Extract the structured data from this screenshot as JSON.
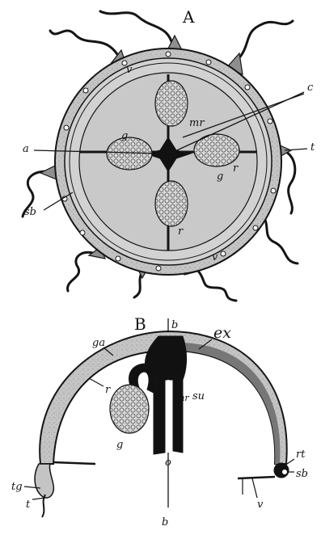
{
  "figure": {
    "panel_a": {
      "title": "A",
      "labels": {
        "a": "a",
        "c": "c",
        "t": "t",
        "v_top": "v",
        "v_bottom": "v",
        "mr": "mr",
        "g_left": "g",
        "g_right": "g",
        "r": "r",
        "r_bottom": "r",
        "sb": "sb"
      }
    },
    "panel_b": {
      "title": "B",
      "labels": {
        "b_top": "b",
        "b_bottom": "b",
        "ga": "ga",
        "ex": "ex",
        "r": "r",
        "mr": "mr",
        "su": "su",
        "g": "g",
        "o": "o",
        "rt": "rt",
        "sb": "sb",
        "tg": "tg",
        "t": "t",
        "v": "v"
      }
    },
    "colors": {
      "ink": "#151515",
      "bell_gray": "#bdbdbd",
      "subumbrella_gray": "#9a9a9a",
      "dark_tissue": "#111111"
    }
  }
}
